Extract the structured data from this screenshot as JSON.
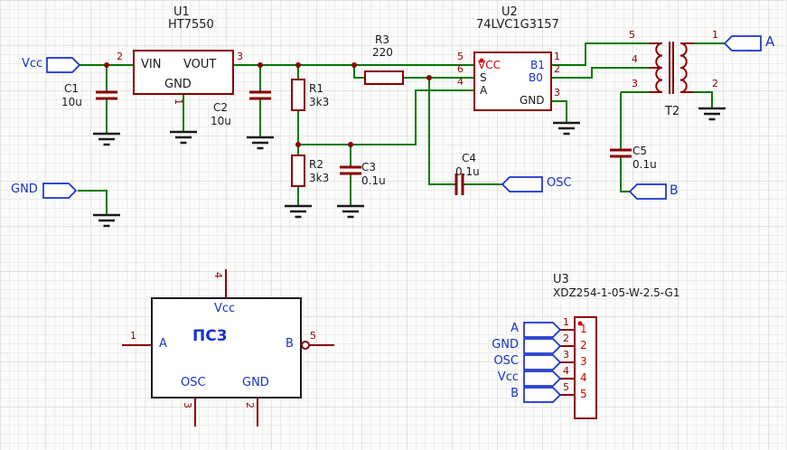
{
  "palette": {
    "wire": "#007a00",
    "symbol": "#8a0000",
    "port": "#1732c9",
    "ink": "#1a1a1a",
    "red": "#d40000"
  },
  "ports": {
    "vcc": "Vcc",
    "gnd": "GND",
    "osc": "OSC",
    "a": "A",
    "b": "B"
  },
  "u1": {
    "ref": "U1",
    "part": "HT7550",
    "vin": "VIN",
    "vout": "VOUT",
    "gnd": "GND",
    "n1": "1",
    "n2": "2",
    "n3": "3"
  },
  "u2": {
    "ref": "U2",
    "part": "74LVC1G3157",
    "vcc": "VCC",
    "s": "S",
    "a": "A",
    "b1": "B1",
    "b0": "B0",
    "gnd": "GND",
    "n1": "1",
    "n2": "2",
    "n3": "3",
    "n4": "4",
    "n5": "5",
    "n6": "6"
  },
  "u3": {
    "ref": "U3",
    "part": "XDZ254-1-05-W-2.5-G1",
    "rows": [
      {
        "port": "A",
        "num": "1",
        "name": "1"
      },
      {
        "port": "GND",
        "num": "2",
        "name": "2"
      },
      {
        "port": "OSC",
        "num": "3",
        "name": "3"
      },
      {
        "port": "Vcc",
        "num": "4",
        "name": "4"
      },
      {
        "port": "B",
        "num": "5",
        "name": "5"
      }
    ]
  },
  "t2": {
    "ref": "T2",
    "n1": "1",
    "n2": "2",
    "n3": "3",
    "n4": "4",
    "n5": "5"
  },
  "pc3": {
    "title": "ПС3",
    "vcc": "Vcc",
    "a": "A",
    "b": "B",
    "osc": "OSC",
    "gnd": "GND",
    "n1": "1",
    "n2": "2",
    "n3": "3",
    "n4": "4",
    "n5": "5"
  },
  "parts": {
    "c1": {
      "ref": "C1",
      "val": "10u"
    },
    "c2": {
      "ref": "C2",
      "val": "10u"
    },
    "c3": {
      "ref": "C3",
      "val": "0.1u"
    },
    "c4": {
      "ref": "C4",
      "val": "0.1u"
    },
    "c5": {
      "ref": "C5",
      "val": "0.1u"
    },
    "r1": {
      "ref": "R1",
      "val": "3k3"
    },
    "r2": {
      "ref": "R2",
      "val": "3k3"
    },
    "r3": {
      "ref": "R3",
      "val": "220"
    }
  }
}
